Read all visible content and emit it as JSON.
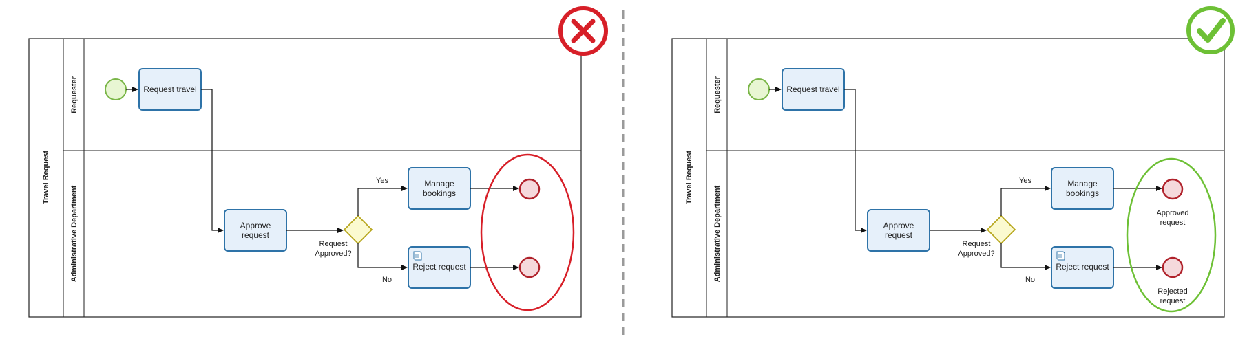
{
  "colors": {
    "task_stroke": "#2e73a8",
    "task_fill": "#e6f0fa",
    "start_stroke": "#7ab648",
    "start_fill": "#e8f6d3",
    "end_stroke": "#b0222b",
    "end_fill": "#f5d9dc",
    "gateway_stroke": "#b7a61c",
    "gateway_fill": "#fbfad0",
    "wrong_mark": "#d71f28",
    "right_mark": "#6dc035",
    "divider": "#9a9a9a"
  },
  "wrong_example": {
    "verdict_icon": "x-mark-icon",
    "pool_label": "Travel Request",
    "lanes": [
      "Requester",
      "Administrative Department"
    ],
    "tasks": {
      "request_travel": "Request travel",
      "approve_request": [
        "Approve",
        "request"
      ],
      "manage_bookings": [
        "Manage",
        "bookings"
      ],
      "reject_request": "Reject request"
    },
    "gateway_label": [
      "Request",
      "Approved?"
    ],
    "yes_label": "Yes",
    "no_label": "No",
    "end_labels": [
      [],
      []
    ]
  },
  "right_example": {
    "verdict_icon": "check-mark-icon",
    "pool_label": "Travel Request",
    "lanes": [
      "Requester",
      "Administrative Department"
    ],
    "tasks": {
      "request_travel": "Request travel",
      "approve_request": [
        "Approve",
        "request"
      ],
      "manage_bookings": [
        "Manage",
        "bookings"
      ],
      "reject_request": "Reject request"
    },
    "gateway_label": [
      "Request",
      "Approved?"
    ],
    "yes_label": "Yes",
    "no_label": "No",
    "end_labels": [
      [
        "Approved",
        "request"
      ],
      [
        "Rejected",
        "request"
      ]
    ]
  }
}
